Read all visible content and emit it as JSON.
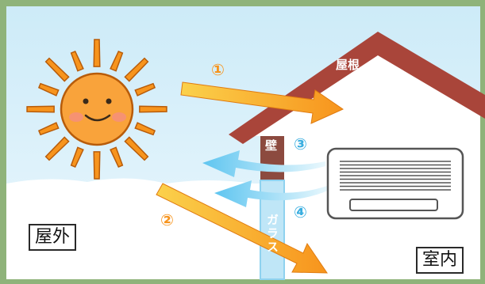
{
  "labels": {
    "outside": "屋外",
    "inside": "室内",
    "roof": "屋根",
    "wall": "壁",
    "glass": "ガラス"
  },
  "markers": [
    "①",
    "②",
    "③",
    "④"
  ],
  "icons": [
    "sun-icon",
    "air-conditioner-icon"
  ],
  "colors": {
    "sky": "#d9f0fb",
    "ground": "#ffffff",
    "roof": "#a9453a",
    "wall": "#8c4a3f",
    "glass": "#bfe6f7",
    "sun": "#f7941d",
    "arrow_orange": "#f7941d",
    "arrow_blue": "#5ec5f0",
    "frame_green": "#8fb37a"
  }
}
